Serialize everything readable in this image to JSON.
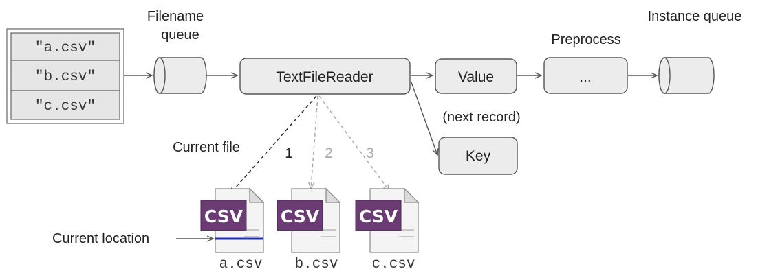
{
  "filename_list": {
    "items": [
      "\"a.csv\"",
      "\"b.csv\"",
      "\"c.csv\""
    ]
  },
  "labels": {
    "filename_queue_line1": "Filename",
    "filename_queue_line2": "queue",
    "reader": "TextFileReader",
    "value": "Value",
    "ellipsis": "...",
    "preprocess": "Preprocess",
    "instance_queue": "Instance queue",
    "next_record": "(next record)",
    "key": "Key",
    "current_file": "Current file",
    "current_location": "Current location"
  },
  "file_order": [
    "1",
    "2",
    "3"
  ],
  "files": [
    {
      "badge": "CSV",
      "name": "a.csv"
    },
    {
      "badge": "CSV",
      "name": "b.csv"
    },
    {
      "badge": "CSV",
      "name": "c.csv"
    }
  ],
  "colors": {
    "csv_badge": "#6b3b74",
    "current_location_line": "#1f2fb8",
    "active_dash": "#222222",
    "inactive_dash": "#a8a8a8"
  }
}
